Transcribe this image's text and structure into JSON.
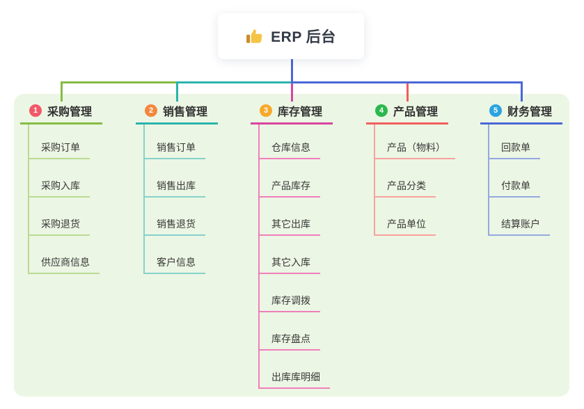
{
  "root": {
    "label": "ERP 后台",
    "icon": "thumbs-up-icon"
  },
  "panel": {
    "background": "#ecf6e4"
  },
  "connector": {
    "root_line_color": "#4a68d6"
  },
  "branches": [
    {
      "num": "1",
      "label": "采购管理",
      "badge_color": "#f25968",
      "line_color": "#85bc44",
      "child_line_color": "#b9da92",
      "children": [
        "采购订单",
        "采购入库",
        "采购退货",
        "供应商信息"
      ]
    },
    {
      "num": "2",
      "label": "销售管理",
      "badge_color": "#f2883f",
      "line_color": "#2ab4ac",
      "child_line_color": "#85d1cb",
      "children": [
        "销售订单",
        "销售出库",
        "销售退货",
        "客户信息"
      ]
    },
    {
      "num": "3",
      "label": "库存管理",
      "badge_color": "#f7a92c",
      "line_color": "#d8449e",
      "child_line_color": "#ef7fbc",
      "children": [
        "仓库信息",
        "产品库存",
        "其它出库",
        "其它入库",
        "库存调拨",
        "库存盘点",
        "出库库明细"
      ]
    },
    {
      "num": "4",
      "label": "产品管理",
      "badge_color": "#2cb84d",
      "line_color": "#f15e5e",
      "child_line_color": "#f8a29e",
      "children": [
        "产品（物料）",
        "产品分类",
        "产品单位"
      ]
    },
    {
      "num": "5",
      "label": "财务管理",
      "badge_color": "#2ba3e0",
      "line_color": "#4a68d6",
      "child_line_color": "#93a9e1",
      "children": [
        "回款单",
        "付款单",
        "结算账户"
      ]
    }
  ]
}
